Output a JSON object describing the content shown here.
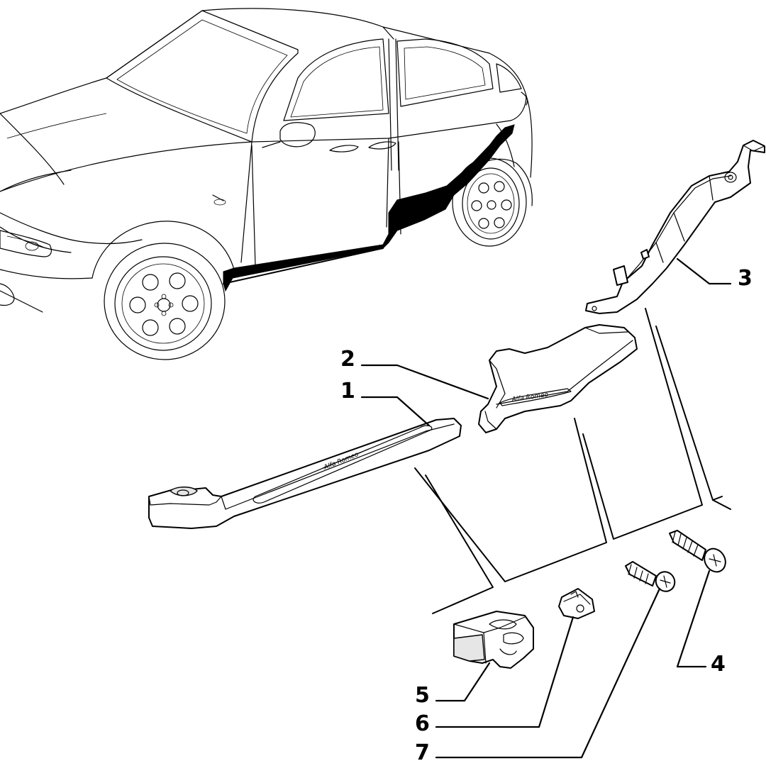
{
  "diagram": {
    "callouts": [
      {
        "id": "1",
        "label": "1"
      },
      {
        "id": "2",
        "label": "2"
      },
      {
        "id": "3",
        "label": "3"
      },
      {
        "id": "4",
        "label": "4"
      },
      {
        "id": "5",
        "label": "5"
      },
      {
        "id": "6",
        "label": "6"
      },
      {
        "id": "7",
        "label": "7"
      }
    ],
    "emblem_text": "Alfa Romeo"
  }
}
